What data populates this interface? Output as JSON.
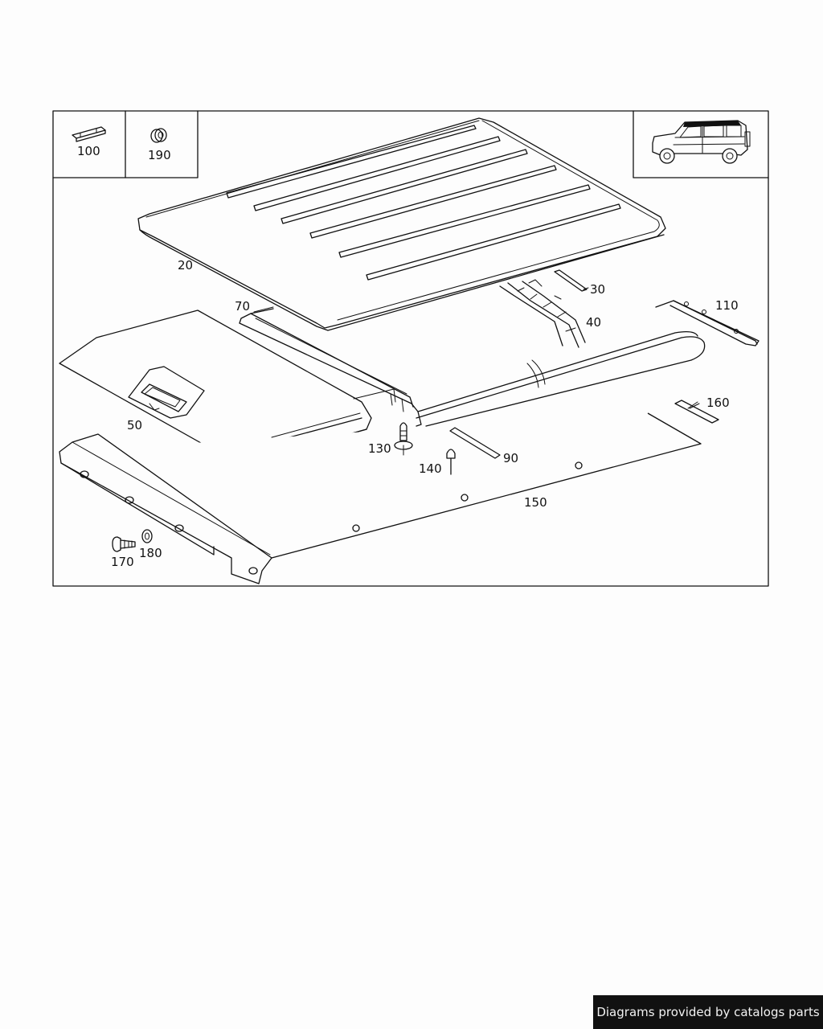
{
  "part_labels": {
    "p20": "20",
    "p30": "30",
    "p40": "40",
    "p50": "50",
    "p70": "70",
    "p90": "90",
    "p100": "100",
    "p110": "110",
    "p130": "130",
    "p140": "140",
    "p150": "150",
    "p160": "160",
    "p170": "170",
    "p180": "180",
    "p190": "190"
  },
  "icons": {
    "vehicle": "vehicle-thumbnail-icon"
  },
  "footer": {
    "text": "Diagrams provided by catalogs parts"
  }
}
